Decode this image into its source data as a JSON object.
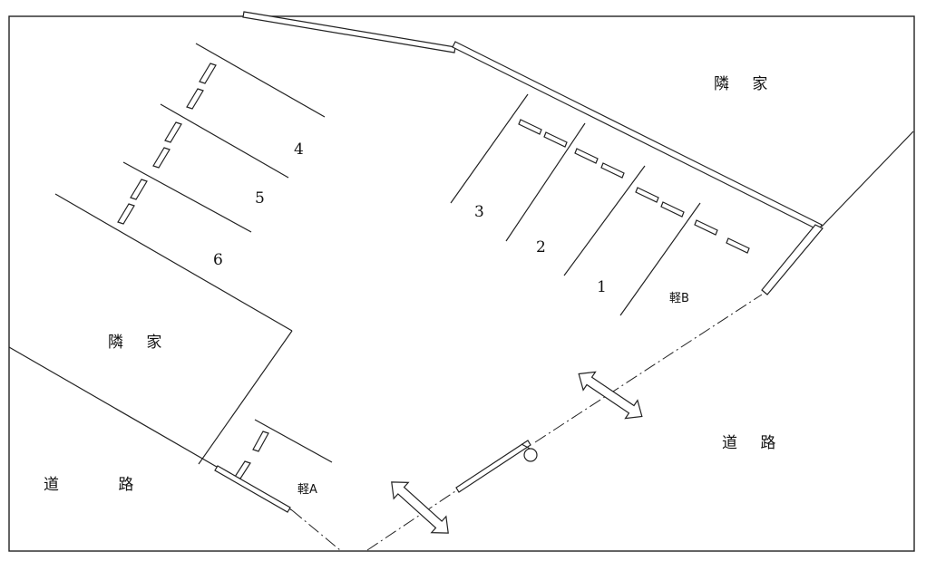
{
  "labels": {
    "neighbor_top_right": "隣 家",
    "neighbor_left": "隣 家",
    "road_left": "道 路",
    "road_right": "道 路",
    "kei_a": "軽A",
    "kei_b": "軽B",
    "space_1": "1",
    "space_2": "2",
    "space_3": "3",
    "space_4": "4",
    "space_5": "5",
    "space_6": "6"
  },
  "colors": {
    "line": "#222222",
    "background": "#ffffff"
  }
}
